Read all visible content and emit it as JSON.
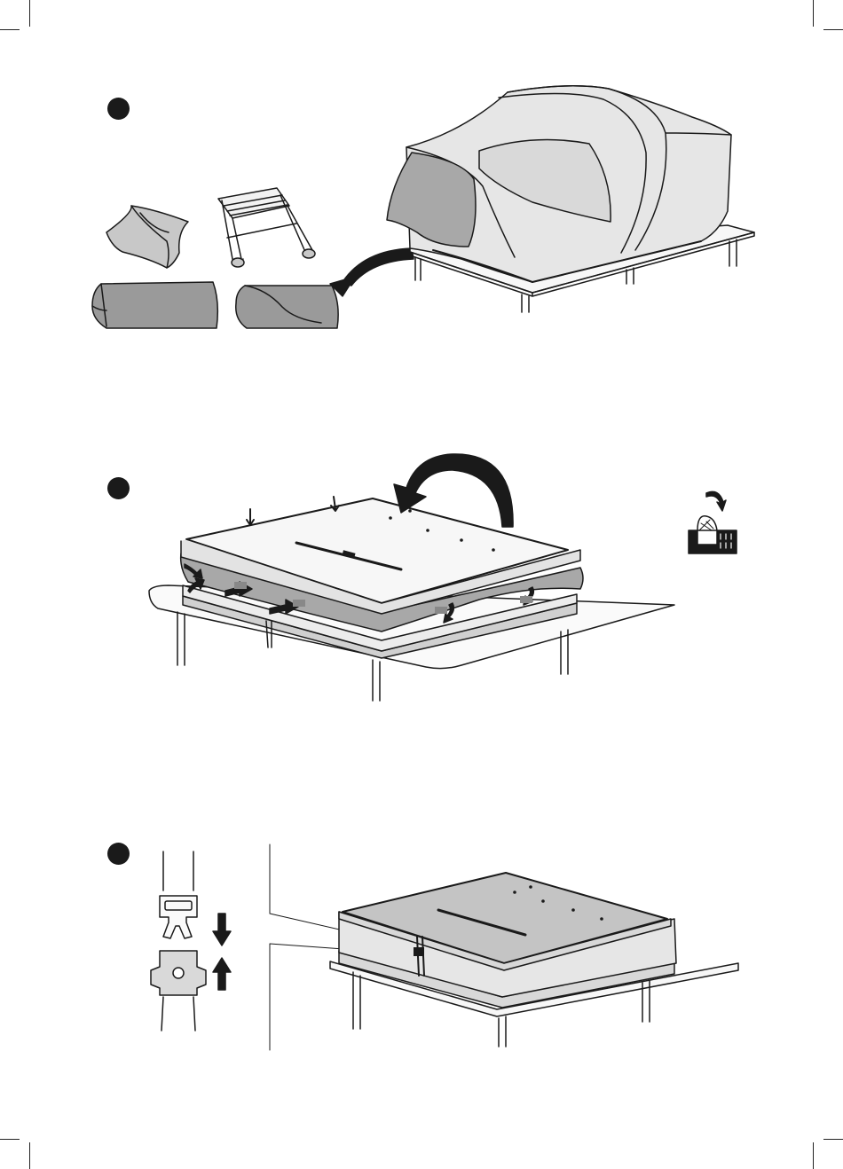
{
  "steps": [
    {
      "id": 1,
      "illustration": "tent-packing-accessories"
    },
    {
      "id": 2,
      "illustration": "close-tent-lid-and-tuck-fabric"
    },
    {
      "id": 3,
      "illustration": "fasten-buckle-strap"
    }
  ],
  "icons": [
    "step-1-marker",
    "step-2-marker",
    "step-3-marker",
    "pillow-icon",
    "ladder-icon",
    "mattress-bag-icon",
    "cover-bag-icon",
    "curved-arrow-icon",
    "velcro-rotate-icon",
    "buckle-icon",
    "arrow-down-icon",
    "arrow-up-icon"
  ],
  "colors": {
    "line": "#1a1a1a",
    "fabric_light": "#e6e6e6",
    "fabric_mid": "#c8c8c8",
    "fabric_dark": "#9a9a9a",
    "lid": "#f5f5f5",
    "lid_dark": "#a8a8a8"
  }
}
